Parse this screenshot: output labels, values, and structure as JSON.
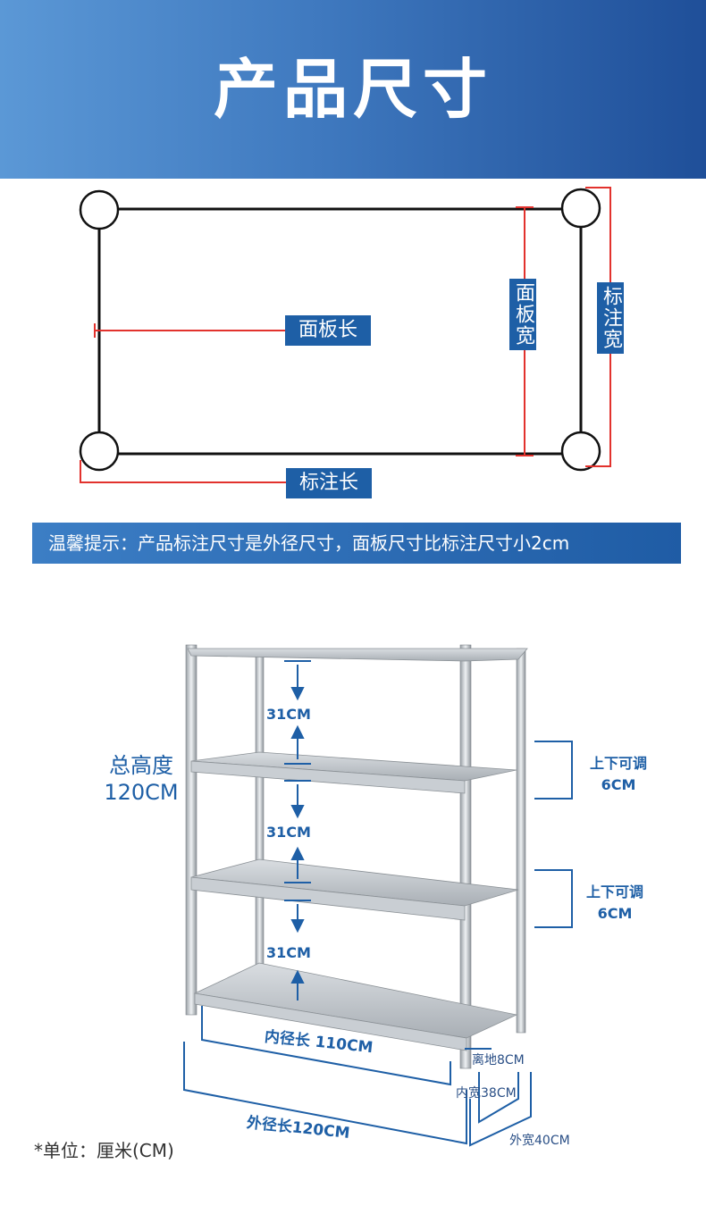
{
  "header": {
    "title": "产品尺寸"
  },
  "top_diagram": {
    "panel_length": "面板长",
    "panel_width": "面板宽",
    "marked_width": "标注宽",
    "marked_length": "标注长"
  },
  "tip": {
    "text": "温馨提示：产品标注尺寸是外径尺寸，面板尺寸比标注尺寸小2cm"
  },
  "shelf": {
    "total_height_label": "总高度",
    "total_height_value": "120CM",
    "gaps": [
      "31CM",
      "31CM",
      "31CM"
    ],
    "adjust": [
      {
        "label": "上下可调",
        "value": "6CM"
      },
      {
        "label": "上下可调",
        "value": "6CM"
      }
    ],
    "inner_length": "内径长 110CM",
    "outer_length": "外径长120CM",
    "clearance": "离地8CM",
    "inner_width": "内宽38CM",
    "outer_width": "外宽40CM"
  },
  "unit_note": "*单位：厘米(CM)",
  "colors": {
    "accent": "#1e5fa6",
    "red": "#e2322d",
    "header_dark": "#1f4f99",
    "header_light": "#5b98d6"
  }
}
